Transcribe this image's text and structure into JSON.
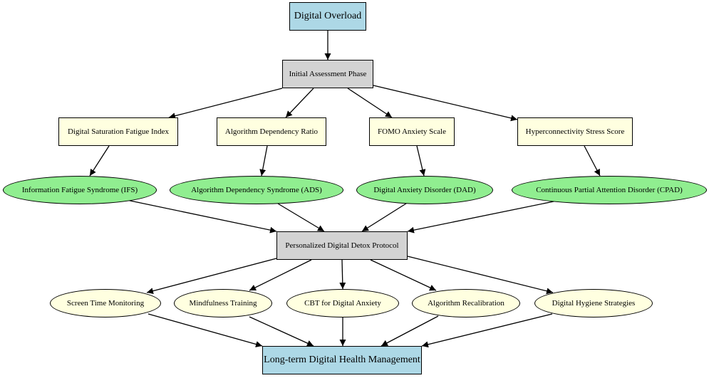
{
  "diagram": {
    "root": "Digital Overload",
    "assessment": "Initial Assessment Phase",
    "metrics": [
      "Digital Saturation Fatigue Index",
      "Algorithm Dependency Ratio",
      "FOMO Anxiety Scale",
      "Hyperconnectivity Stress Score"
    ],
    "disorders": [
      "Information Fatigue Syndrome (IFS)",
      "Algorithm Dependency Syndrome (ADS)",
      "Digital Anxiety Disorder (DAD)",
      "Continuous Partial Attention Disorder (CPAD)"
    ],
    "protocol": "Personalized Digital Detox Protocol",
    "strategies": [
      "Screen Time Monitoring",
      "Mindfulness Training",
      "CBT for Digital Anxiety",
      "Algorithm Recalibration",
      "Digital Hygiene Strategies"
    ],
    "outcome": "Long-term Digital Health Management"
  },
  "colors": {
    "terminal": "#add8e6",
    "phase": "#d3d3d3",
    "metric": "#ffffe0",
    "disorder": "#90ee90",
    "strategy": "#ffffe0",
    "edge": "#000000"
  }
}
